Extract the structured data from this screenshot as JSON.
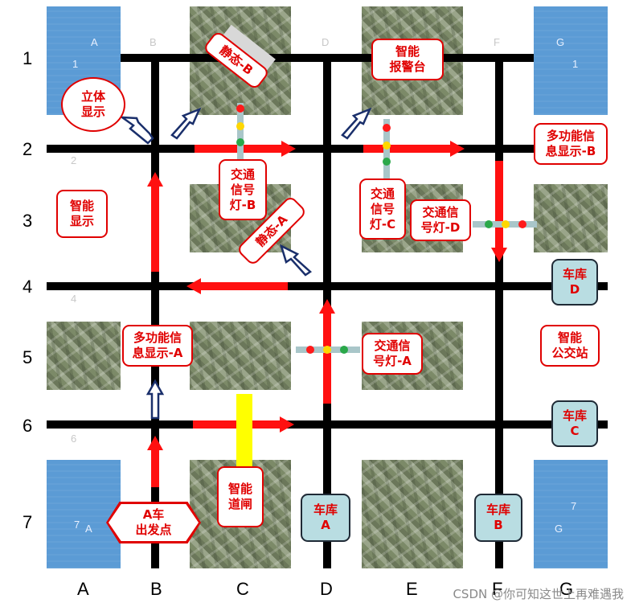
{
  "rows": [
    "1",
    "2",
    "3",
    "4",
    "5",
    "6",
    "7"
  ],
  "columns": [
    "A",
    "B",
    "C",
    "D",
    "E",
    "F",
    "G"
  ],
  "ghost_labels": {
    "a_top": "A",
    "b_top": "B",
    "d_top": "D",
    "f_top": "F",
    "g_top": "G",
    "one_a": "1",
    "one_g": "1",
    "two": "2",
    "four": "4",
    "six": "6",
    "seven_a": "7",
    "a_bottom": "A",
    "seven_g": "7",
    "g_bottom": "G"
  },
  "labels": {
    "stereo_display": "立体\n显示",
    "static_b": "静态-B",
    "smart_alarm": "智能\n报警台",
    "multi_display_b": "多功能信\n息显示-B",
    "traffic_light_b": "交通\n信号\n灯-B",
    "static_a": "静态-A",
    "smart_display": "智能\n显示",
    "traffic_light_c": "交通\n信号\n灯-C",
    "traffic_light_d": "交通信\n号灯-D",
    "multi_display_a": "多功能信\n息显示-A",
    "traffic_light_a": "交通信\n号灯-A",
    "smart_bus_station": "智能\n公交站",
    "smart_gate": "智能\n道闸",
    "car_a_start": "A车\n出发点"
  },
  "garages": {
    "d_top": "车库\nD",
    "c": "车库\nC",
    "a": "车库\nA",
    "b": "车库\nB"
  },
  "watermark": "CSDN @你可知这世上再难遇我",
  "colors": {
    "road": "#000000",
    "route_arrow": "#ff1010",
    "label_border": "#e00000",
    "garage_fill": "#b9dde2",
    "gate": "#ffff00"
  }
}
